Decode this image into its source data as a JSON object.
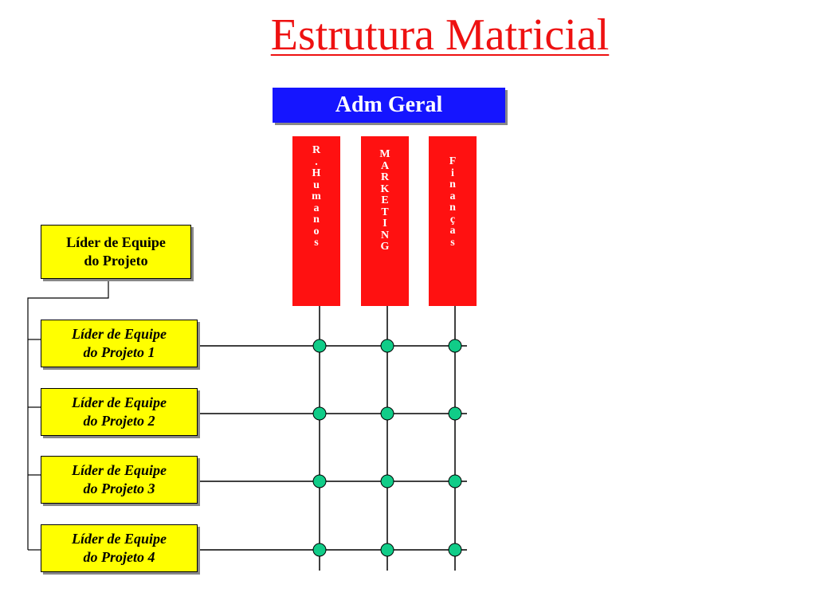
{
  "title": "Estrutura  Matricial",
  "adm": "Adm Geral",
  "departments": [
    {
      "letters": [
        "R",
        ".",
        "H",
        "u",
        "m",
        "a",
        "n",
        "o",
        "s"
      ]
    },
    {
      "letters": [
        "M",
        "A",
        "R",
        "K",
        "E",
        "T",
        "I",
        "N",
        "G"
      ]
    },
    {
      "letters": [
        "F",
        "i",
        "n",
        "a",
        "n",
        "ç",
        "a",
        "s"
      ]
    }
  ],
  "main_leader": {
    "line1": "Líder de Equipe",
    "line2": "do Projeto"
  },
  "project_leaders": [
    {
      "line1": "Líder de Equipe",
      "line2": "do Projeto 1"
    },
    {
      "line1": "Líder de Equipe",
      "line2": "do Projeto 2"
    },
    {
      "line1": "Líder de Equipe",
      "line2": "do Projeto 3"
    },
    {
      "line1": "Líder de Equipe",
      "line2": "do Projeto 4"
    }
  ],
  "colors": {
    "title": "#ee1111",
    "adm_bg": "#1515ff",
    "dept_bg": "#ff1111",
    "leader_bg": "#ffff00",
    "node": "#11cc88"
  }
}
